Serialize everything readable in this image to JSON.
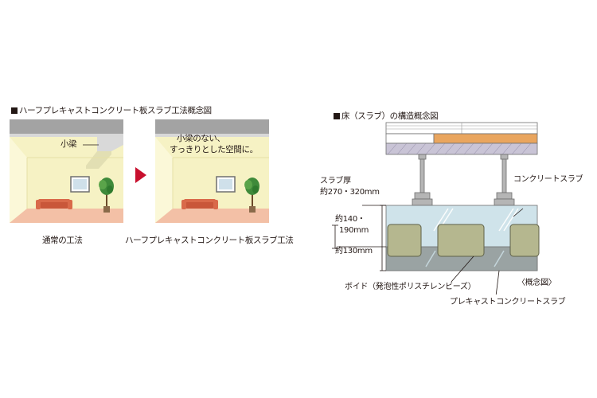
{
  "left": {
    "title": "ハーフプレキャストコンクリート板スラブ工法概念図",
    "panel_conventional": {
      "beam_label": "小梁",
      "caption": "通常の工法"
    },
    "panel_half_pc": {
      "note_line1": "小梁のない、",
      "note_line2": "すっきりとした空間に。",
      "caption": "ハーフプレキャストコンクリート板スラブ工法"
    }
  },
  "right": {
    "title": "床（スラブ）の構造概念図",
    "slab_thickness_label": "スラブ厚",
    "slab_thickness_value": "約270・320mm",
    "upper_thickness_line1": "約140・",
    "upper_thickness_line2": "190mm",
    "lower_thickness": "約130mm",
    "concrete_slab_label": "コンクリートスラブ",
    "void_label": "ボイド（発泡性ポリスチレンビーズ）",
    "concept_note": "〈概念図〉",
    "precast_slab_label": "プレキャストコンクリートスラブ"
  },
  "colors": {
    "room_wall": "#f6f2c4",
    "room_floor": "#f3c0a6",
    "ceiling_gray": "#9f9f9f",
    "arrow_red": "#c8102e",
    "concrete_top": "#cfe3ea",
    "void_fill": "#b5b78f",
    "precast_fill": "#9aa3a3"
  }
}
